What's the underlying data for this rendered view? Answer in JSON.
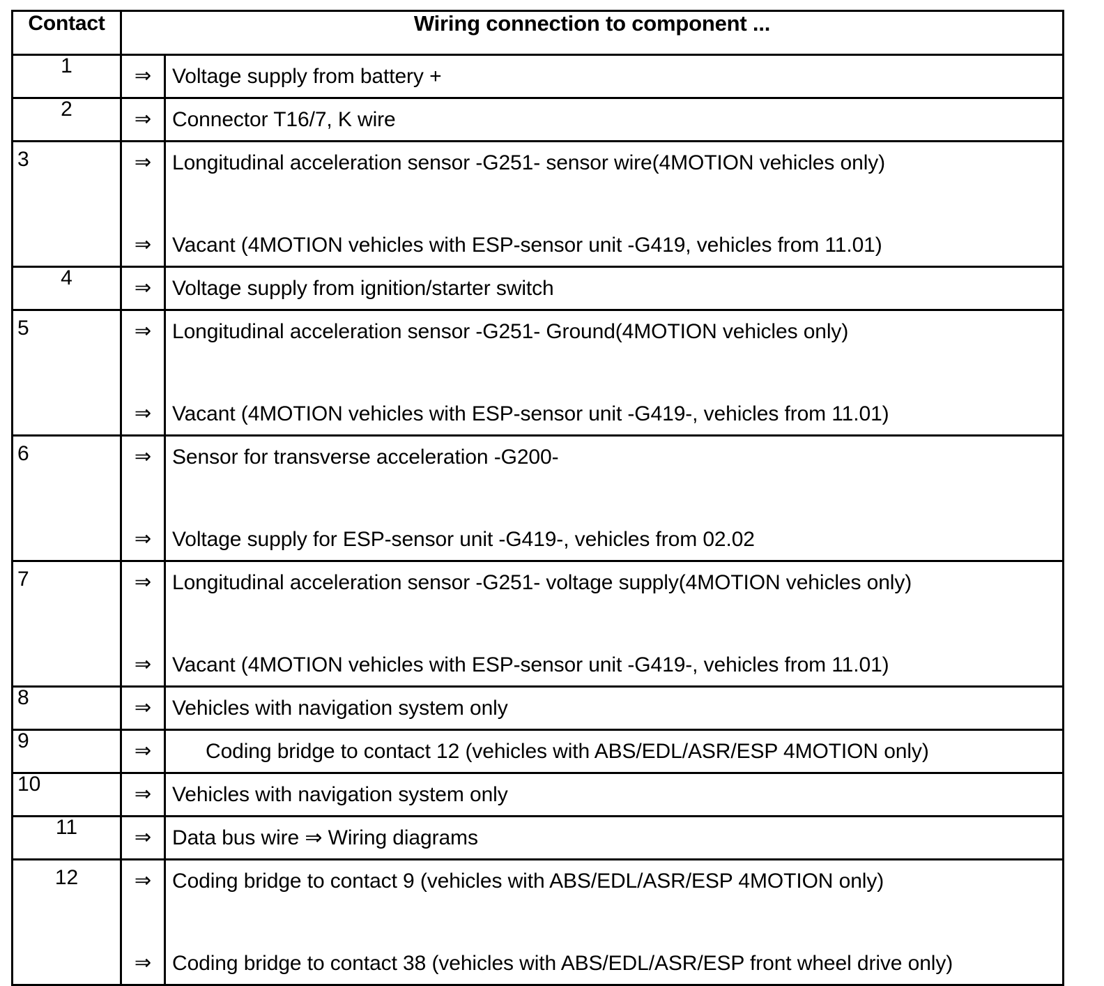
{
  "document": {
    "title": "Wiring connection contact table",
    "colors": {
      "border": "#000000",
      "text": "#000000",
      "background": "#ffffff"
    }
  },
  "table": {
    "columns": {
      "contact_header": "Contact",
      "description_header": "Wiring connection to component ..."
    },
    "arrow_glyph": "⇒",
    "rows": [
      {
        "contact": "1",
        "contact_align": "center",
        "lines": [
          {
            "arrow": "⇒",
            "text": "Voltage supply from battery +",
            "indent": false
          }
        ]
      },
      {
        "contact": "2",
        "contact_align": "center",
        "lines": [
          {
            "arrow": "⇒",
            "text": "Connector T16/7, K wire",
            "indent": false
          }
        ]
      },
      {
        "contact": "3",
        "contact_align": "left",
        "lines": [
          {
            "arrow": "⇒",
            "text": "Longitudinal acceleration sensor -G251- sensor wire(4MOTION vehicles only)",
            "indent": false
          },
          {
            "arrow": "⇒",
            "text": "Vacant (4MOTION vehicles with ESP-sensor unit -G419, vehicles from 11.01)",
            "indent": false
          }
        ]
      },
      {
        "contact": "4",
        "contact_align": "center",
        "lines": [
          {
            "arrow": "⇒",
            "text": "Voltage supply from ignition/starter switch",
            "indent": false
          }
        ]
      },
      {
        "contact": "5",
        "contact_align": "left",
        "lines": [
          {
            "arrow": "⇒",
            "text": "Longitudinal acceleration sensor -G251- Ground(4MOTION vehicles only)",
            "indent": false
          },
          {
            "arrow": "⇒",
            "text": "Vacant (4MOTION vehicles with ESP-sensor unit -G419-, vehicles from 11.01)",
            "indent": false
          }
        ]
      },
      {
        "contact": "6",
        "contact_align": "left",
        "lines": [
          {
            "arrow": "⇒",
            "text": "Sensor for transverse acceleration -G200-",
            "indent": false
          },
          {
            "arrow": "⇒",
            "text": "Voltage supply for ESP-sensor unit -G419-, vehicles from 02.02",
            "indent": false
          }
        ]
      },
      {
        "contact": "7",
        "contact_align": "left",
        "lines": [
          {
            "arrow": "⇒",
            "text": "Longitudinal acceleration sensor -G251- voltage supply(4MOTION vehicles only)",
            "indent": false
          },
          {
            "arrow": "⇒",
            "text": "Vacant (4MOTION vehicles with ESP-sensor unit -G419-, vehicles from 11.01)",
            "indent": false
          }
        ]
      },
      {
        "contact": "8",
        "contact_align": "left",
        "lines": [
          {
            "arrow": "⇒",
            "text": "Vehicles with navigation system only",
            "indent": false
          }
        ]
      },
      {
        "contact": "9",
        "contact_align": "left",
        "lines": [
          {
            "arrow": "⇒",
            "text": "Coding bridge to contact 12 (vehicles with ABS/EDL/ASR/ESP 4MOTION only)",
            "indent": true
          }
        ]
      },
      {
        "contact": "10",
        "contact_align": "left",
        "lines": [
          {
            "arrow": "⇒",
            "text": "Vehicles with navigation system only",
            "indent": false
          }
        ]
      },
      {
        "contact": "11",
        "contact_align": "center",
        "lines": [
          {
            "arrow": "⇒",
            "text": "Data bus wire ⇒ Wiring diagrams",
            "indent": false
          }
        ]
      },
      {
        "contact": "12",
        "contact_align": "center",
        "lines": [
          {
            "arrow": "⇒",
            "text": "Coding bridge to contact 9 (vehicles with ABS/EDL/ASR/ESP 4MOTION only)",
            "indent": false
          },
          {
            "arrow": "⇒",
            "text": "Coding bridge to contact 38 (vehicles with ABS/EDL/ASR/ESP front wheel drive only)",
            "indent": false
          }
        ]
      }
    ]
  }
}
